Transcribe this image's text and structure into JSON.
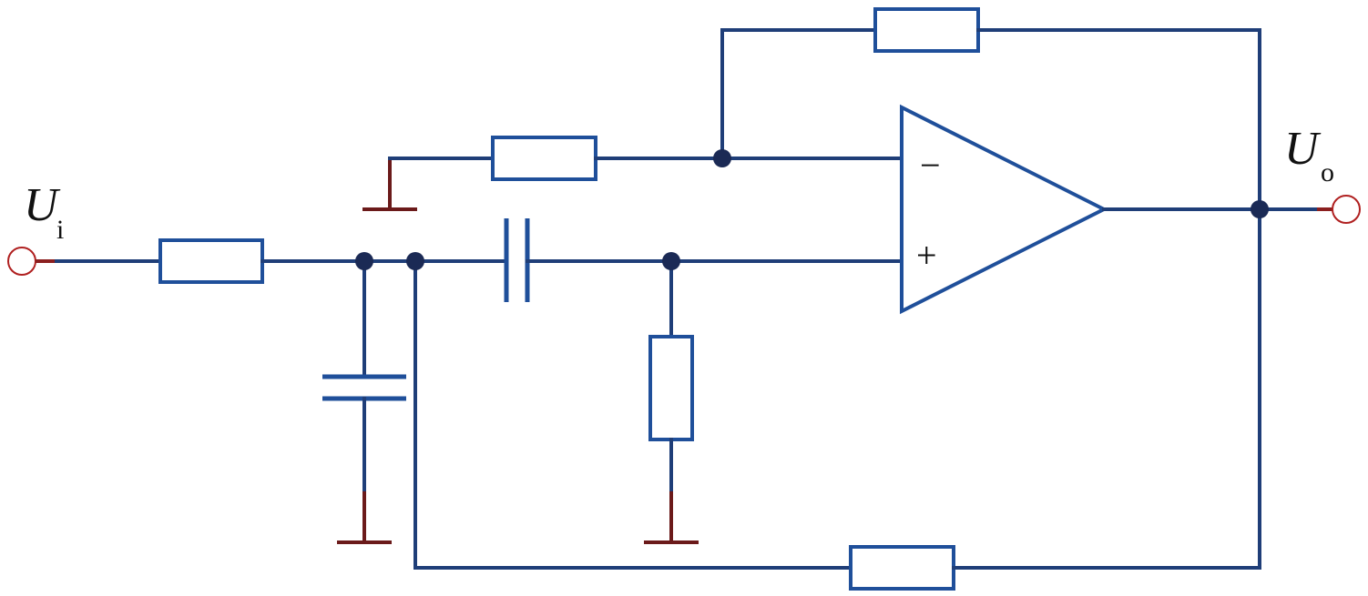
{
  "labels": {
    "input_main": "U",
    "input_sub": "i",
    "output_main": "U",
    "output_sub": "o"
  },
  "opamp": {
    "inverting_sign": "−",
    "noninverting_sign": "+"
  },
  "colors": {
    "wire": "#1f3e78",
    "component": "#1f4f9a",
    "ground": "#6b1a1a",
    "terminal": "#b02020",
    "junction": "#1b2a55"
  }
}
